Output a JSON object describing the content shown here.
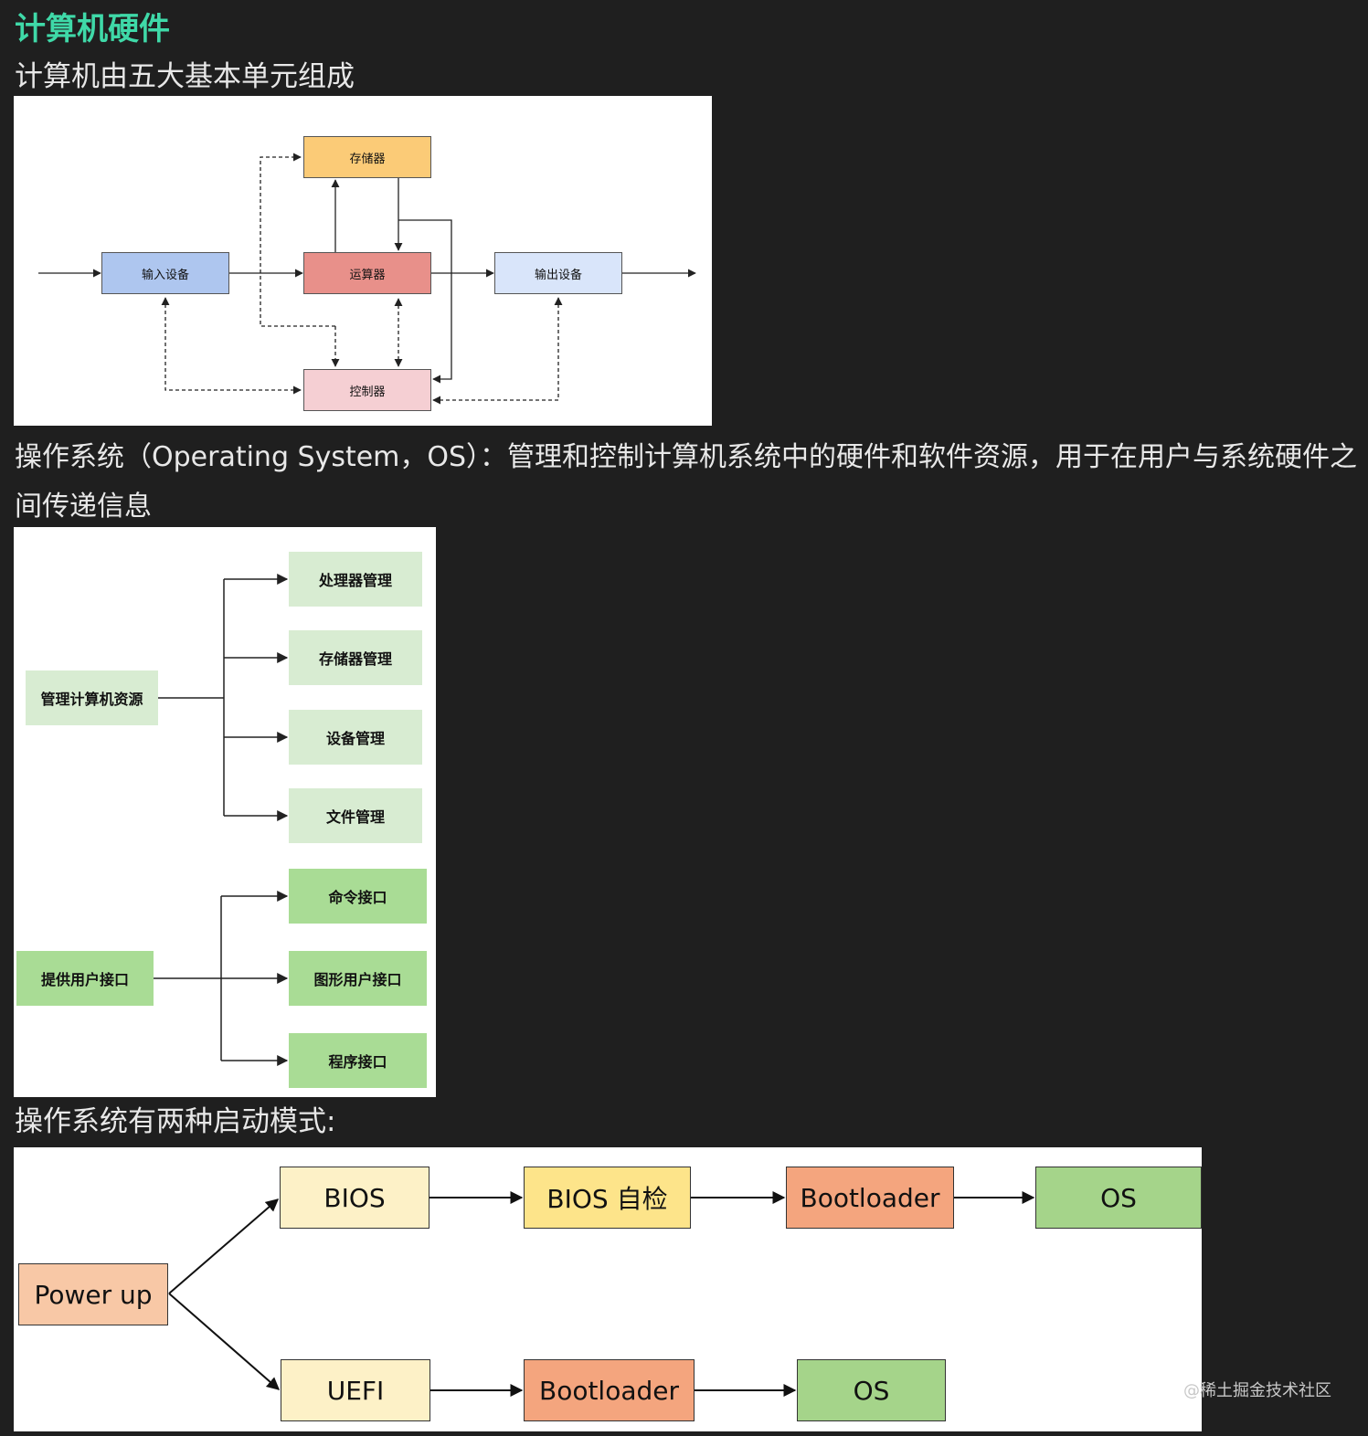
{
  "heading": "计算机硬件",
  "subheading": "计算机由五大基本单元组成",
  "hardware_diagram": {
    "storage": "存储器",
    "input": "输入设备",
    "alu": "运算器",
    "output": "输出设备",
    "controller": "控制器",
    "colors": {
      "storage": "#fbcb77",
      "input": "#aec6ef",
      "alu": "#e8908a",
      "output": "#d9e5fa",
      "controller": "#f5cfd3"
    }
  },
  "os_definition": "操作系统（Operating System，OS）：管理和控制计算机系统中的硬件和软件资源，用于在用户与系统硬件之间传递信息",
  "os_diagram": {
    "manage_resources": "管理计算机资源",
    "processor_mgmt": "处理器管理",
    "storage_mgmt": "存储器管理",
    "device_mgmt": "设备管理",
    "file_mgmt": "文件管理",
    "user_interface": "提供用户接口",
    "command_interface": "命令接口",
    "gui": "图形用户接口",
    "program_interface": "程序接口",
    "colors": {
      "light": "#d8ecd2",
      "green": "#a9dc95"
    }
  },
  "boot_heading": "操作系统有两种启动模式:",
  "boot_diagram": {
    "power_up": "Power up",
    "bios": "BIOS",
    "bios_post": "BIOS 自检",
    "bootloader_1": "Bootloader",
    "os_1": "OS",
    "uefi": "UEFI",
    "bootloader_2": "Bootloader",
    "os_2": "OS",
    "colors": {
      "power": "#f8c8a6",
      "bios": "#fdf1c7",
      "bios_post": "#fde48a",
      "bootloader": "#f4a57e",
      "os": "#a5d48a"
    }
  },
  "watermark": "@稀土掘金技术社区"
}
